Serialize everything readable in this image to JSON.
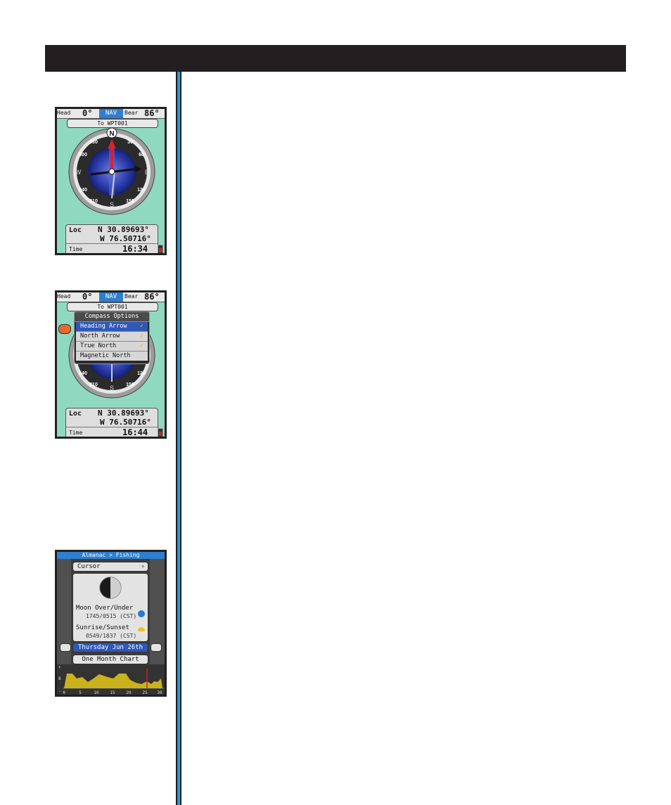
{
  "screens": {
    "nav1": {
      "head_label": "Head",
      "head_value": "0°",
      "mode": "NAV",
      "bear_label": "Bear",
      "bear_value": "86°",
      "destination": "To WPT001",
      "dial": {
        "n": "N",
        "e": "E",
        "s": "S",
        "w": "W",
        "t30": "30",
        "t60": "60",
        "t120": "120",
        "t150": "150",
        "t210": "210",
        "t240": "240",
        "t300": "300",
        "t330": "330"
      },
      "loc_label": "Loc",
      "lat": "N 30.89693°",
      "lon": "W 76.50716°",
      "time_label": "Time",
      "time_value": "16:34"
    },
    "nav2": {
      "head_label": "Head",
      "head_value": "0°",
      "mode": "NAV",
      "bear_label": "Bear",
      "bear_value": "86°",
      "destination": "To WPT001",
      "menu_title": "Compass Options",
      "menu_items": [
        "Heading Arrow",
        "North Arrow",
        "True North",
        "Magnetic North"
      ],
      "menu_checks": [
        "✓",
        "✓",
        "✓",
        ""
      ],
      "dial": {
        "t120": "120",
        "t150": "150",
        "t210": "210",
        "t240": "240",
        "s": "S"
      },
      "loc_label": "Loc",
      "lat": "N 30.89693°",
      "lon": "W 76.50716°",
      "time_label": "Time",
      "time_value": "16:44"
    },
    "almanac": {
      "title": "Almanac > Fishing",
      "cursor_label": "Cursor",
      "moon_label": "Moon Over/Under",
      "moon_value": "1745/0515 (CST)",
      "sun_label": "Sunrise/Sunset",
      "sun_value": "0549/1837 (CST)",
      "date": "Thursday Jun 26th",
      "chart_button": "One Month Chart",
      "chart_y_top": "+",
      "chart_y_mid": "8",
      "chart_y_bottom": "-",
      "chart_x": [
        "0",
        "5",
        "10",
        "15",
        "20",
        "25",
        "30"
      ]
    }
  },
  "colors": {
    "header_bar": "#231f20",
    "rule_blue": "#1a8fd0",
    "screen_bg": "#8fd9c0",
    "accent_blue": "#2c7fd1",
    "chart_fill": "#c9b21c",
    "marker_red": "#d1221a"
  }
}
